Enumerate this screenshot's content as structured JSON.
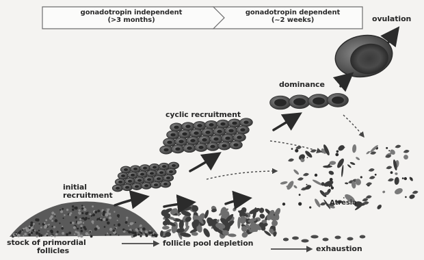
{
  "header": {
    "independent_line1": "gonadotropin independent",
    "independent_line2": "(>3 months)",
    "dependent_line1": "gonadotropin dependent",
    "dependent_line2": "(~2 weeks)",
    "ovulation": "ovulation"
  },
  "stages": {
    "dominance": "dominance",
    "cyclic_recruitment": "cyclic recruitment",
    "initial_recruitment_line1": "initial",
    "initial_recruitment_line2": "recruitment",
    "atresia": "Atresia"
  },
  "bottom": {
    "stock_line1": "stock of primordial",
    "stock_line2": "follicles",
    "depletion": "follicle pool depletion",
    "exhaustion": "exhaustion"
  }
}
